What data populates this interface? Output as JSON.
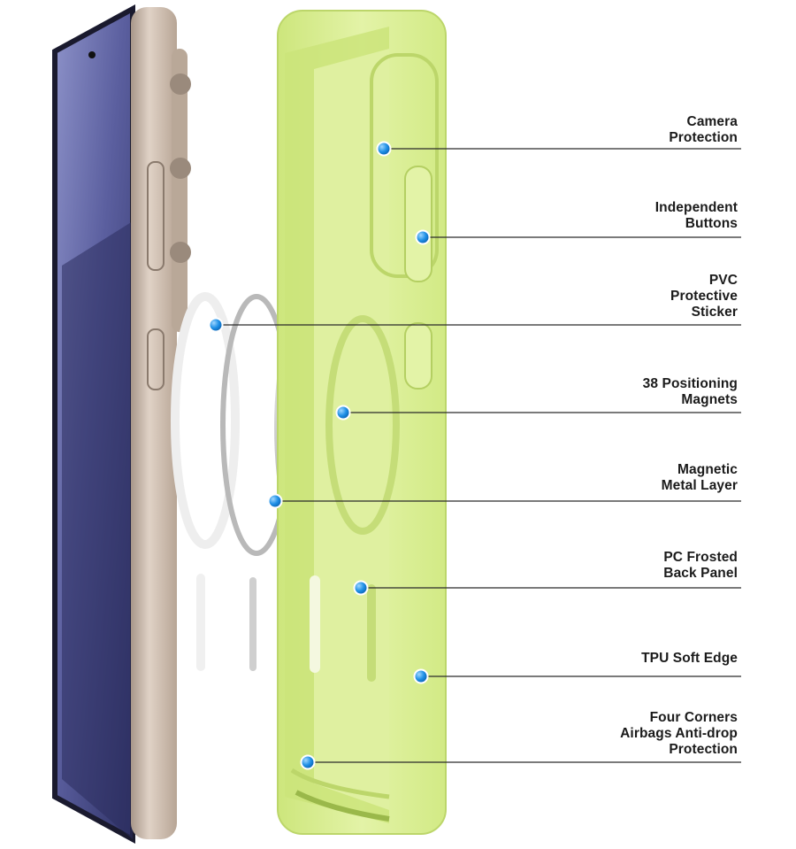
{
  "callouts": [
    {
      "lines": [
        "Camera",
        "Protection"
      ]
    },
    {
      "lines": [
        "Independent",
        "Buttons"
      ]
    },
    {
      "lines": [
        "PVC",
        "Protective",
        "Sticker"
      ]
    },
    {
      "lines": [
        "38 Positioning",
        "Magnets"
      ]
    },
    {
      "lines": [
        "Magnetic",
        "Metal Layer"
      ]
    },
    {
      "lines": [
        "PC Frosted",
        "Back Panel"
      ]
    },
    {
      "lines": [
        "TPU Soft Edge"
      ]
    },
    {
      "lines": [
        "Four Corners",
        "Airbags Anti-drop",
        "Protection"
      ]
    }
  ],
  "colors": {
    "case_green": "#d8ee8c",
    "case_green_dark": "#bcd66a",
    "phone_frame": "#c9b8a8",
    "phone_screen": "#4a4f8a",
    "dot_blue": "#1e8fe6",
    "line": "#2a2a2a"
  }
}
